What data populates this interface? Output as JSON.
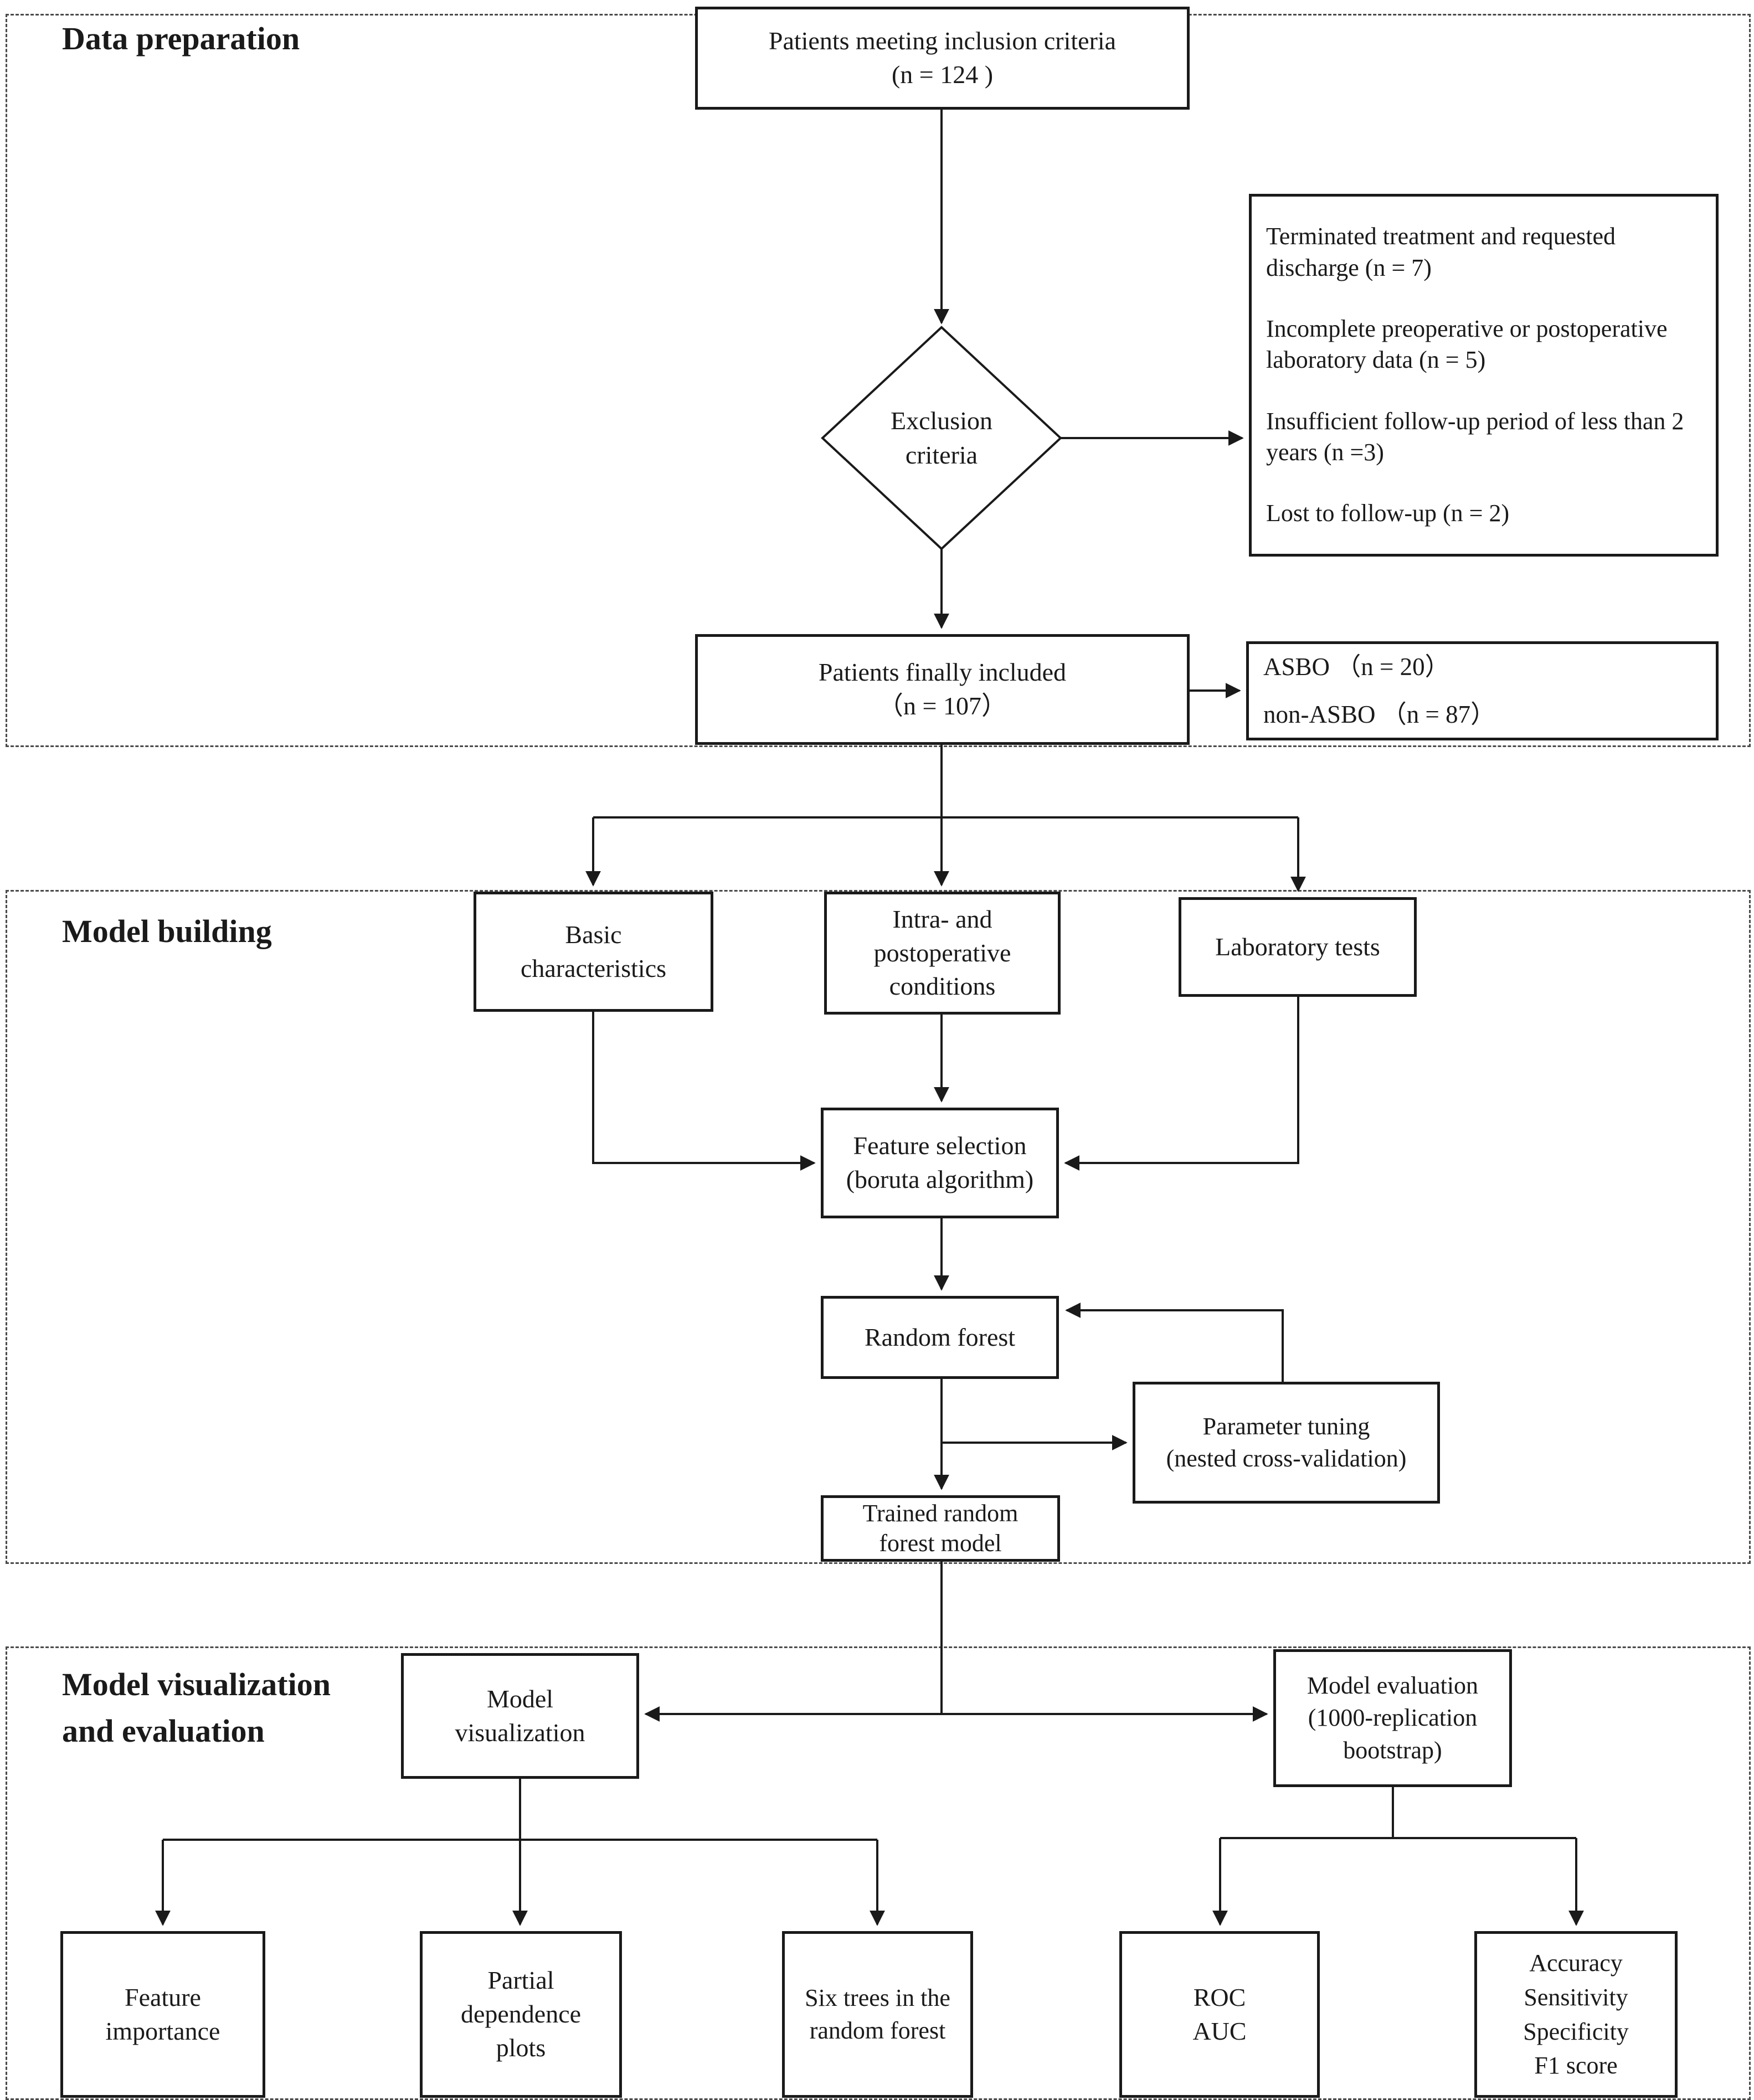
{
  "sections": {
    "data_preparation": {
      "title": "Data preparation"
    },
    "model_building": {
      "title": "Model building"
    },
    "model_vis_eval": {
      "title_line1": "Model visualization",
      "title_line2": "and evaluation"
    }
  },
  "nodes": {
    "inclusion": {
      "lines": [
        "Patients meeting inclusion criteria",
        "(n = 124 )"
      ]
    },
    "exclusion_diamond": {
      "lines": [
        "Exclusion",
        "criteria"
      ]
    },
    "exclusion_reasons": {
      "items": [
        "Terminated treatment and requested discharge (n = 7)",
        "Incomplete preoperative or postoperative laboratory data (n = 5)",
        "Insufficient follow-up period of less than 2 years (n =3)",
        "Lost to follow-up (n = 2)"
      ]
    },
    "finally_included": {
      "lines": [
        "Patients finally included",
        "（n = 107）"
      ]
    },
    "outcome_groups": {
      "lines": [
        "ASBO （n = 20）",
        "non-ASBO （n = 87）"
      ]
    },
    "basic": {
      "lines": [
        "Basic",
        "characteristics"
      ]
    },
    "intra": {
      "lines": [
        "Intra-  and",
        "postoperative",
        "conditions"
      ]
    },
    "lab": {
      "lines": [
        "Laboratory tests"
      ]
    },
    "feature_selection": {
      "lines": [
        "Feature selection",
        "(boruta algorithm)"
      ]
    },
    "random_forest": {
      "lines": [
        "Random forest"
      ]
    },
    "parameter_tuning": {
      "lines": [
        "Parameter tuning",
        "(nested cross-validation)"
      ]
    },
    "trained_model": {
      "lines": [
        "Trained random",
        "forest model"
      ]
    },
    "model_visualization": {
      "lines": [
        "Model",
        "visualization"
      ]
    },
    "model_evaluation": {
      "lines": [
        "Model evaluation",
        "(1000-replication",
        "bootstrap)"
      ]
    },
    "feature_importance": {
      "lines": [
        "Feature",
        "importance"
      ]
    },
    "partial_dependence": {
      "lines": [
        "Partial",
        "dependence",
        "plots"
      ]
    },
    "six_trees": {
      "lines": [
        "Six trees in the",
        "random forest"
      ]
    },
    "roc_auc": {
      "lines": [
        "ROC",
        "AUC"
      ]
    },
    "metrics": {
      "lines": [
        "Accuracy",
        "Sensitivity",
        "Specificity",
        "F1 score"
      ]
    }
  },
  "colors": {
    "line": "#1a1a1a",
    "box_bg": "#ffffff",
    "text": "#1a1a1a"
  }
}
